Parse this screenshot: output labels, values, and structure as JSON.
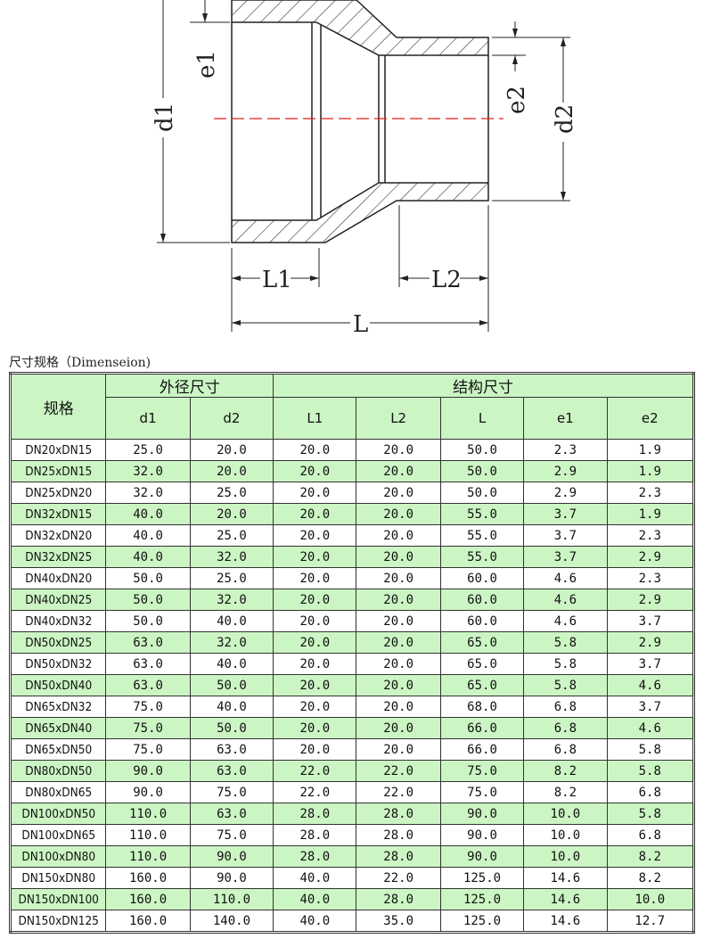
{
  "drawing": {
    "labels": {
      "d1": "d1",
      "e1": "e1",
      "d2": "d2",
      "e2": "e2",
      "L1": "L1",
      "L2": "L2",
      "L": "L"
    },
    "centerline_color": "#e02020"
  },
  "caption": "尺寸规格（Dimenseion)",
  "table": {
    "spec_header": "规格",
    "group_headers": [
      "外径尺寸",
      "结构尺寸"
    ],
    "columns": [
      "d1",
      "d2",
      "L1",
      "L2",
      "L",
      "e1",
      "e2"
    ],
    "highlight_color": "#ccf5c4",
    "rows": [
      [
        "DN20xDN15",
        "25.0",
        "20.0",
        "20.0",
        "20.0",
        "50.0",
        "2.3",
        "1.9"
      ],
      [
        "DN25xDN15",
        "32.0",
        "20.0",
        "20.0",
        "20.0",
        "50.0",
        "2.9",
        "1.9"
      ],
      [
        "DN25xDN20",
        "32.0",
        "25.0",
        "20.0",
        "20.0",
        "50.0",
        "2.9",
        "2.3"
      ],
      [
        "DN32xDN15",
        "40.0",
        "20.0",
        "20.0",
        "20.0",
        "55.0",
        "3.7",
        "1.9"
      ],
      [
        "DN32xDN20",
        "40.0",
        "25.0",
        "20.0",
        "20.0",
        "55.0",
        "3.7",
        "2.3"
      ],
      [
        "DN32xDN25",
        "40.0",
        "32.0",
        "20.0",
        "20.0",
        "55.0",
        "3.7",
        "2.9"
      ],
      [
        "DN40xDN20",
        "50.0",
        "25.0",
        "20.0",
        "20.0",
        "60.0",
        "4.6",
        "2.3"
      ],
      [
        "DN40xDN25",
        "50.0",
        "32.0",
        "20.0",
        "20.0",
        "60.0",
        "4.6",
        "2.9"
      ],
      [
        "DN40xDN32",
        "50.0",
        "40.0",
        "20.0",
        "20.0",
        "60.0",
        "4.6",
        "3.7"
      ],
      [
        "DN50xDN25",
        "63.0",
        "32.0",
        "20.0",
        "20.0",
        "65.0",
        "5.8",
        "2.9"
      ],
      [
        "DN50xDN32",
        "63.0",
        "40.0",
        "20.0",
        "20.0",
        "65.0",
        "5.8",
        "3.7"
      ],
      [
        "DN50xDN40",
        "63.0",
        "50.0",
        "20.0",
        "20.0",
        "65.0",
        "5.8",
        "4.6"
      ],
      [
        "DN65xDN32",
        "75.0",
        "40.0",
        "20.0",
        "20.0",
        "68.0",
        "6.8",
        "3.7"
      ],
      [
        "DN65xDN40",
        "75.0",
        "50.0",
        "20.0",
        "20.0",
        "66.0",
        "6.8",
        "4.6"
      ],
      [
        "DN65xDN50",
        "75.0",
        "63.0",
        "20.0",
        "20.0",
        "66.0",
        "6.8",
        "5.8"
      ],
      [
        "DN80xDN50",
        "90.0",
        "63.0",
        "22.0",
        "22.0",
        "75.0",
        "8.2",
        "5.8"
      ],
      [
        "DN80xDN65",
        "90.0",
        "75.0",
        "22.0",
        "22.0",
        "75.0",
        "8.2",
        "6.8"
      ],
      [
        "DN100xDN50",
        "110.0",
        "63.0",
        "28.0",
        "28.0",
        "90.0",
        "10.0",
        "5.8"
      ],
      [
        "DN100xDN65",
        "110.0",
        "75.0",
        "28.0",
        "28.0",
        "90.0",
        "10.0",
        "6.8"
      ],
      [
        "DN100xDN80",
        "110.0",
        "90.0",
        "28.0",
        "28.0",
        "90.0",
        "10.0",
        "8.2"
      ],
      [
        "DN150xDN80",
        "160.0",
        "90.0",
        "40.0",
        "22.0",
        "125.0",
        "14.6",
        "8.2"
      ],
      [
        "DN150xDN100",
        "160.0",
        "110.0",
        "40.0",
        "28.0",
        "125.0",
        "14.6",
        "10.0"
      ],
      [
        "DN150xDN125",
        "160.0",
        "140.0",
        "40.0",
        "35.0",
        "125.0",
        "14.6",
        "12.7"
      ]
    ]
  }
}
